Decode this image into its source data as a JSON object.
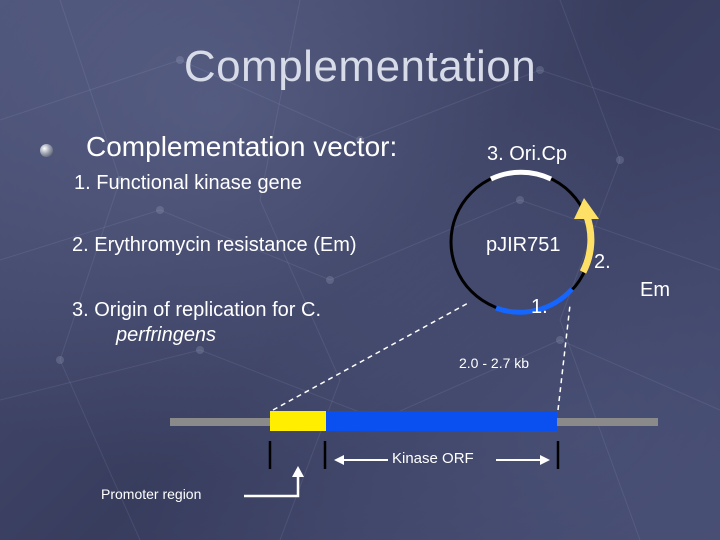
{
  "slide": {
    "title": "Complementation",
    "vector_heading": "Complementation vector:",
    "items": [
      "1. Functional kinase gene",
      "2. Erythromycin resistance (Em)",
      "3. Origin of replication for C.",
      "perfringens"
    ]
  },
  "plasmid": {
    "name": "pJIR751",
    "labels": {
      "ori": "3. Ori.Cp",
      "gene": "1.",
      "resistance_number": "2.",
      "resistance_name": "Em"
    },
    "size": "2.0 - 2.7 kb"
  },
  "insert": {
    "orf_label": "Kinase ORF",
    "promoter_label": "Promoter region"
  },
  "colors": {
    "background": "#3f4568",
    "title": "#d8dbe8",
    "promoter": "#ffee00",
    "kinase_orf": "#0a4ff0",
    "chromosome": "#8a8a8a",
    "resistance_arrow": "#ffe066",
    "gene_arc": "#1565ff"
  }
}
